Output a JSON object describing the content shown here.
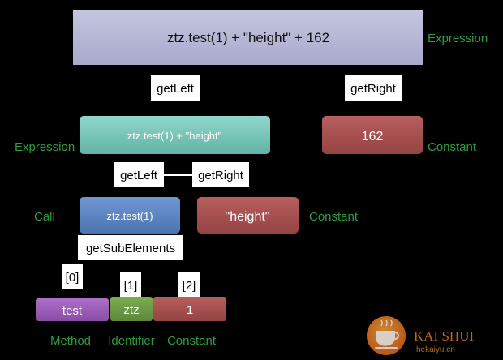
{
  "colors": {
    "background": "#000000",
    "type_label": "#2e9e3a",
    "root_fill": "#b7b8d6",
    "expression_fill": "#7fc9bd",
    "constant_fill": "#a64f4f",
    "call_fill": "#5b86c4",
    "method_fill": "#9a5bb7",
    "identifier_fill": "#6c9a44"
  },
  "nodes": {
    "root": {
      "text": "ztz.test(1) + \"height\" + 162",
      "type": "Expression"
    },
    "left_expr": {
      "text": "ztz.test(1) + \"height\"",
      "type": "Expression"
    },
    "const_162": {
      "text": "162",
      "type": "Constant"
    },
    "call": {
      "text": "ztz.test(1)",
      "type": "Call"
    },
    "const_height": {
      "text": "\"height\"",
      "type": "Constant"
    },
    "method": {
      "text": "test",
      "type": "Method"
    },
    "identifier": {
      "text": "ztz",
      "type": "Identifier"
    },
    "const_1": {
      "text": "1",
      "type": "Constant"
    }
  },
  "edges": {
    "root_left": "getLeft",
    "root_right": "getRight",
    "expr_left": "getLeft",
    "expr_right": "getRight",
    "call_sub": "getSubElements",
    "index0": "[0]",
    "index1": "[1]",
    "index2": "[2]"
  },
  "watermark": {
    "brand": "KAI SHUI",
    "site": "hekaiyu.cn",
    "icon": "coffee-cup-icon"
  }
}
